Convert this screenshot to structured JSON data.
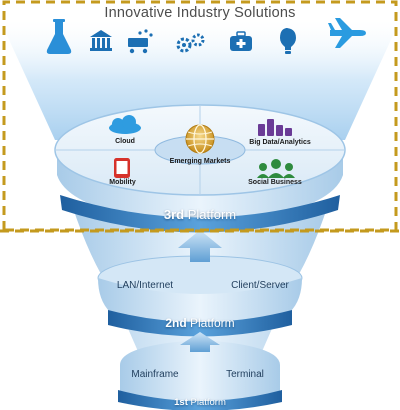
{
  "header": {
    "title": "Innovative Industry Solutions",
    "industry_icons": [
      "lab-flask-icon",
      "bank-icon",
      "shopping-cart-icon",
      "gears-icon",
      "medical-kit-icon",
      "lightbulb-icon",
      "airplane-icon"
    ]
  },
  "platforms": {
    "third": {
      "label_strong": "3rd",
      "label_rest": "Platform",
      "segments": {
        "cloud": "Cloud",
        "big_data": "Big Data/Analytics",
        "mobility": "Mobility",
        "social": "Social Business",
        "emerging": "Emerging Markets"
      }
    },
    "second": {
      "label_strong": "2nd",
      "label_rest": "Platform",
      "items": {
        "left": "LAN/Internet",
        "right": "Client/Server"
      }
    },
    "first": {
      "label_strong": "1st",
      "label_rest": "Platform",
      "items": {
        "left": "Mainframe",
        "right": "Terminal"
      }
    }
  },
  "colors": {
    "dash_border": "#c49a1e",
    "beam": "#b8d9f4",
    "platform_blue": "#3a7fc1",
    "icon_blue": "#1e8fd6",
    "title_gray": "#4d4d4d"
  }
}
